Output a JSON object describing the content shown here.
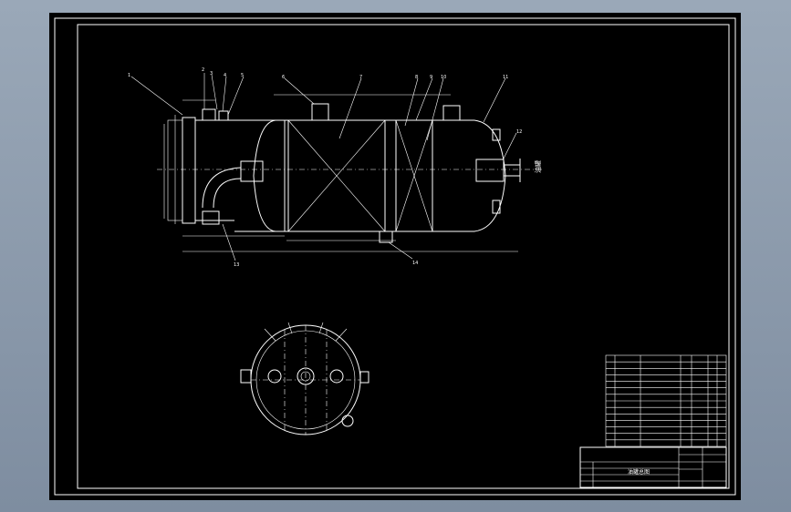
{
  "drawing": {
    "title_block_name": "油罐总图",
    "side_label": "油罐",
    "colors": {
      "background": "#000000",
      "lines": "#ffffff",
      "desktop": "#8a99ab"
    }
  },
  "callouts": [
    "1",
    "2",
    "3",
    "4",
    "5",
    "6",
    "7",
    "8",
    "9",
    "10",
    "11",
    "12",
    "13",
    "14"
  ],
  "parts_list_rows": 14
}
